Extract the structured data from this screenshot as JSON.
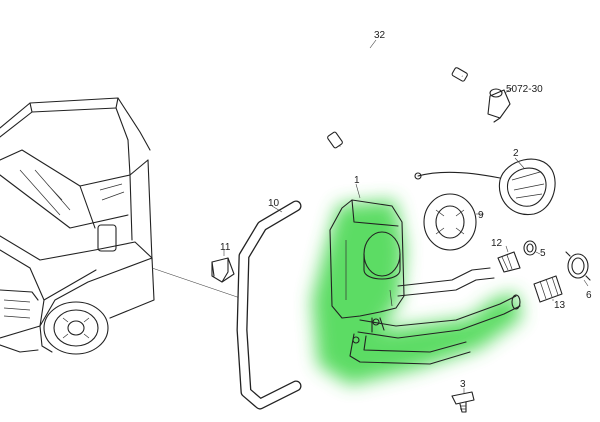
{
  "colors": {
    "highlight": "#3fd64a",
    "line": "#222222",
    "background": "#ffffff"
  },
  "callouts": {
    "c1": "1",
    "c2": "2",
    "c3": "3",
    "c5": "5",
    "c6": "6",
    "c9": "9",
    "c10": "10",
    "c11": "11",
    "c12": "12",
    "c13": "13",
    "c32": "32",
    "c5072": "5072-30"
  },
  "highlighted_part": "1"
}
